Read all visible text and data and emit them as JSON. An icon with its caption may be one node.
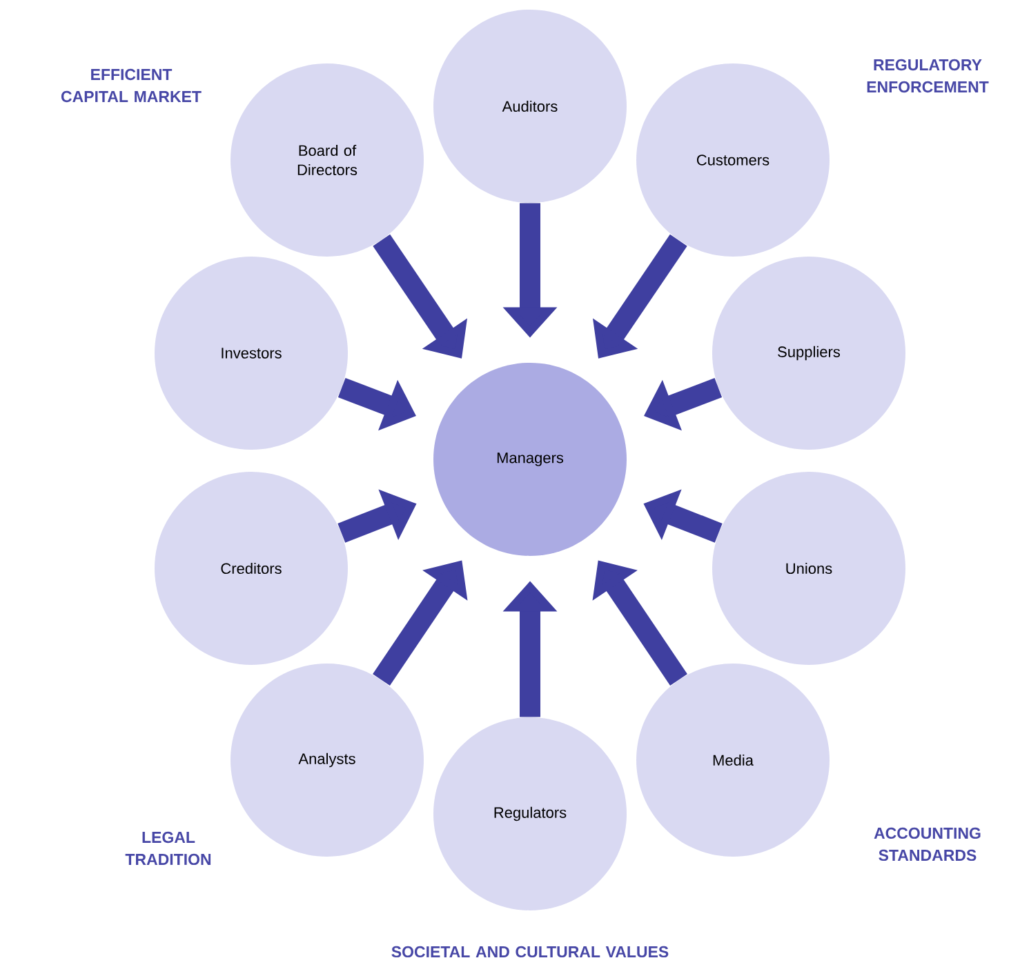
{
  "diagram": {
    "nodes": [
      {
        "text": [
          "Auditors"
        ]
      },
      {
        "text": [
          "Board of Directors"
        ]
      },
      {
        "text": [
          "Customers"
        ]
      },
      {
        "text": [
          "Investors"
        ]
      },
      {
        "text": [
          "Suppliers"
        ]
      },
      {
        "text": [
          "Managers"
        ]
      },
      {
        "text": [
          "Creditors"
        ]
      },
      {
        "text": [
          "Unions"
        ]
      },
      {
        "text": [
          "Analysts"
        ]
      },
      {
        "text": [
          "Media"
        ]
      },
      {
        "text": [
          "Regulators"
        ]
      }
    ],
    "edges": [
      {
        "from": 0,
        "to": 5,
        "arrow": "to"
      },
      {
        "from": 1,
        "to": 5,
        "arrow": "to"
      },
      {
        "from": 2,
        "to": 5,
        "arrow": "to"
      },
      {
        "from": 3,
        "to": 5,
        "arrow": "to"
      },
      {
        "from": 4,
        "to": 5,
        "arrow": "to"
      },
      {
        "from": 6,
        "to": 5,
        "arrow": "to"
      },
      {
        "from": 7,
        "to": 5,
        "arrow": "to"
      },
      {
        "from": 8,
        "to": 5,
        "arrow": "to"
      },
      {
        "from": 9,
        "to": 5,
        "arrow": "to"
      },
      {
        "from": 10,
        "to": 5,
        "arrow": "to"
      }
    ],
    "labels": [
      "EFFICIENT CAPITAL MARKET",
      "REGULATORY ENFORCEMENT",
      "LEGAL TRADITION",
      "ACCOUNTING STANDARDS",
      "SOCIETAL AND CULTURAL VALUES"
    ]
  }
}
